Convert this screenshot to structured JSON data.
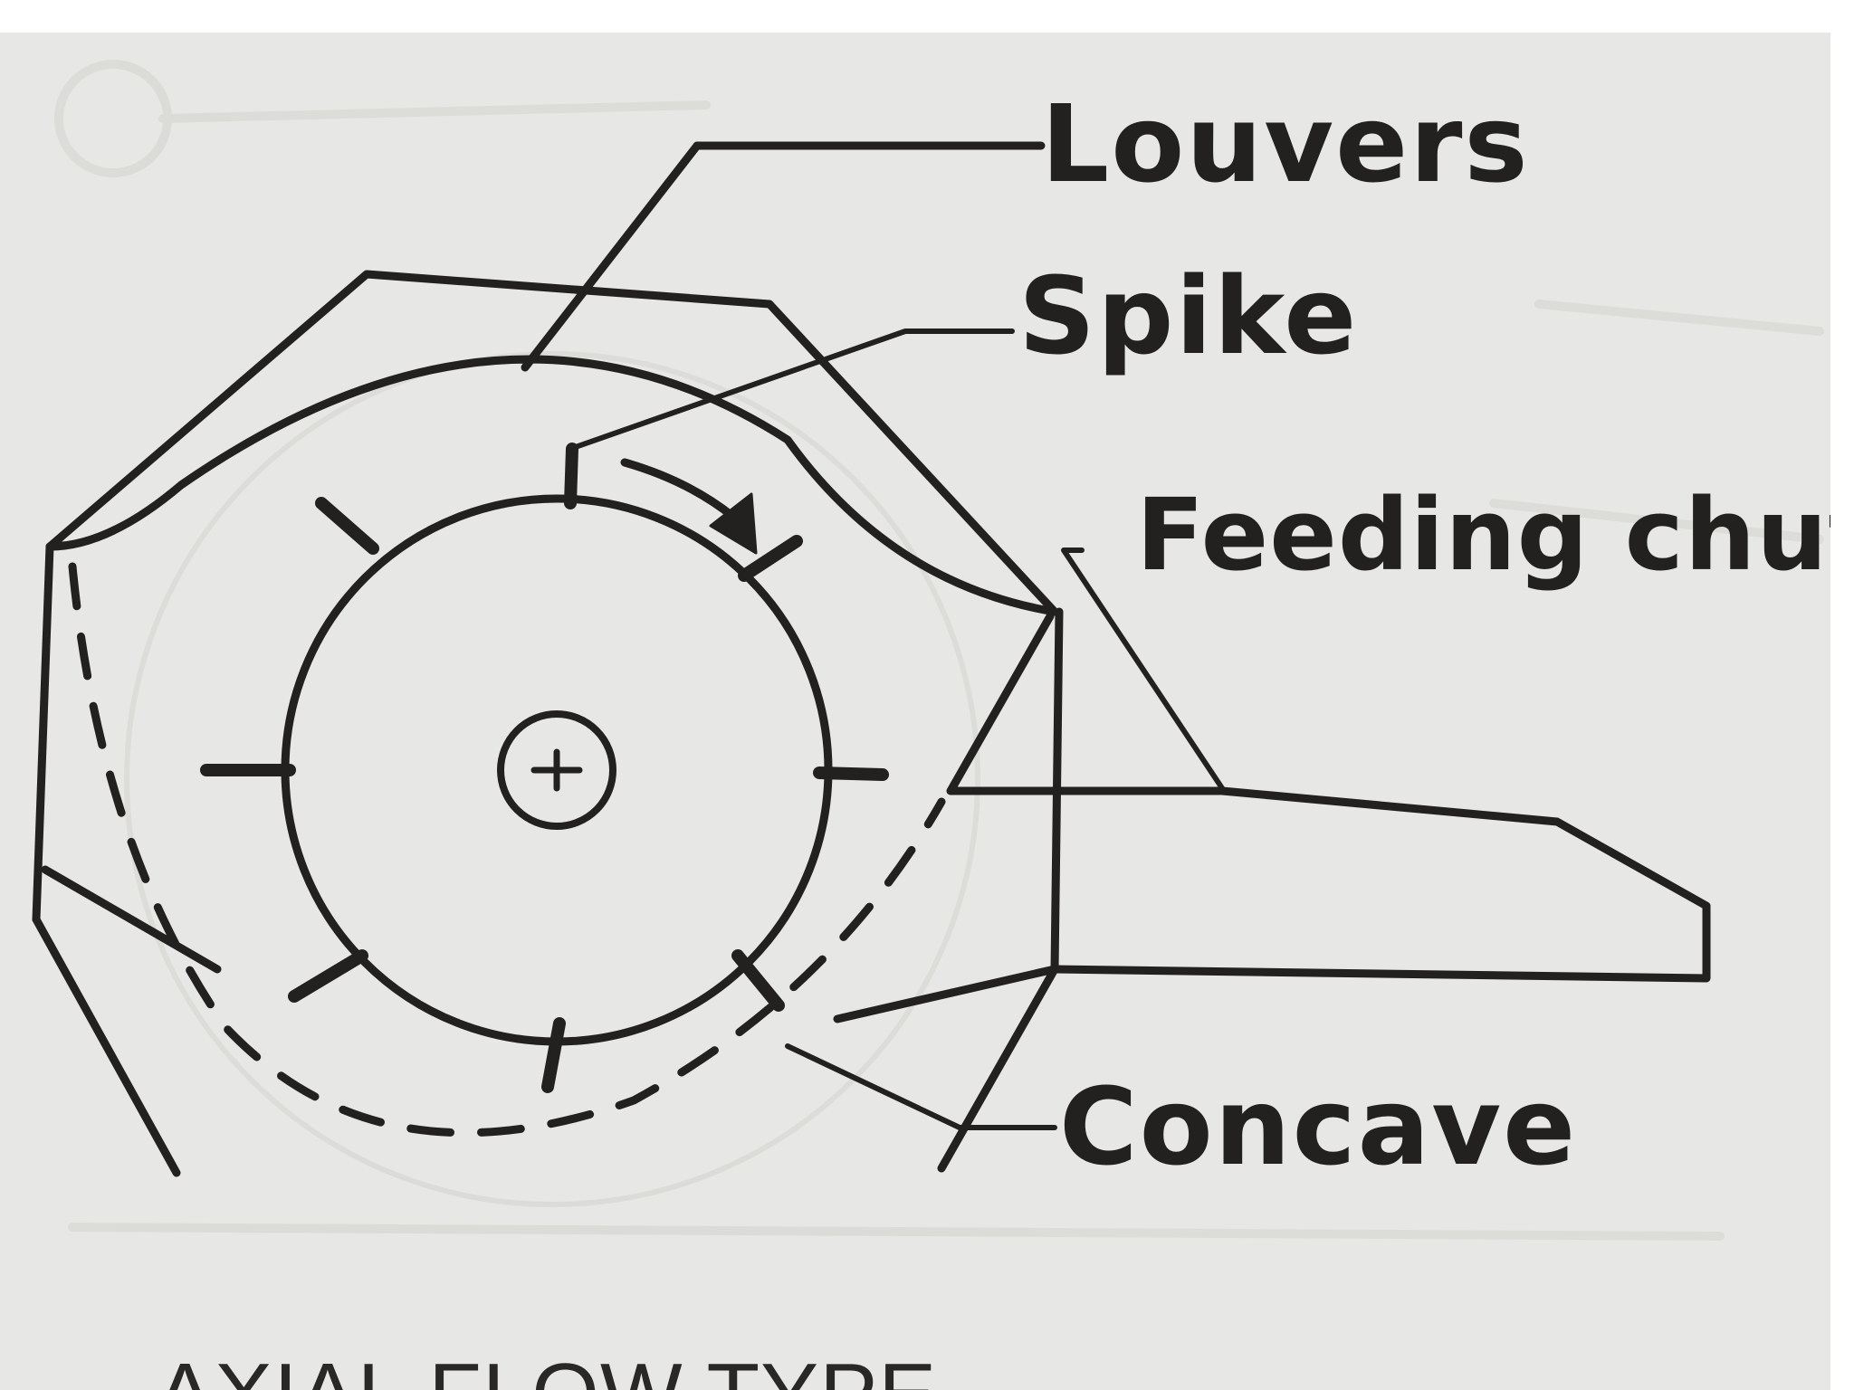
{
  "diagram": {
    "labels": {
      "louvers": "Louvers",
      "spike": "Spike",
      "feeding_chute": "Feeding chute",
      "concave": "Concave"
    },
    "caption": "AXIAL FLOW TYPE"
  },
  "colors": {
    "ink": "#232020",
    "paper": "#e7e7e5",
    "background": "#ffffff"
  }
}
